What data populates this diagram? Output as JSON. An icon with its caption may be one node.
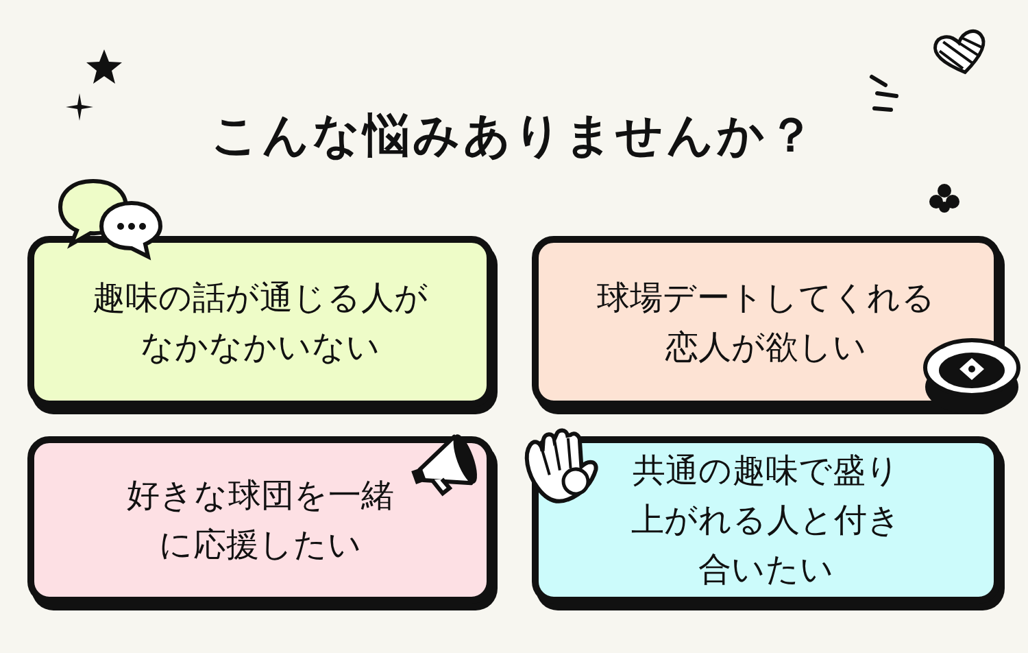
{
  "diagram": {
    "title": "こんな悩みありませんか？",
    "nodes": [
      {
        "text": [
          "趣味の話が通じる人がなかなかいない"
        ]
      },
      {
        "text": [
          "球場デートしてくれる恋人が欲しい"
        ]
      },
      {
        "text": [
          "好きな球団を一緒に応援したい"
        ]
      },
      {
        "text": [
          "共通の趣味で盛り上がれる人と付き合いたい"
        ]
      }
    ]
  }
}
